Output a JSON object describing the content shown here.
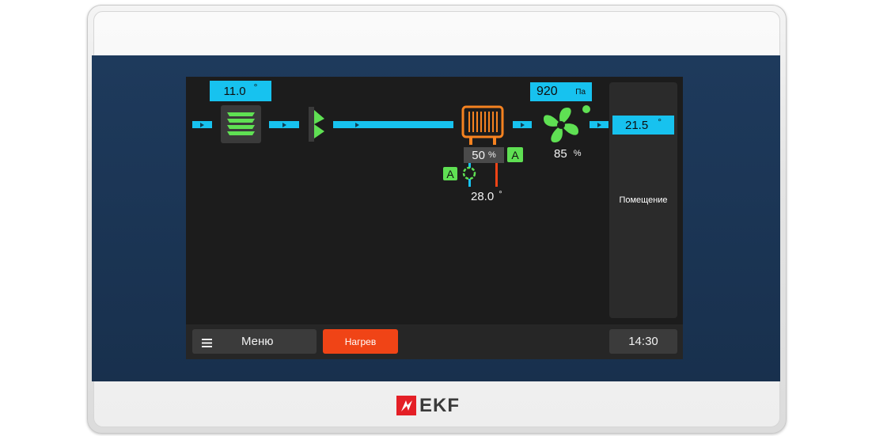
{
  "device": {
    "brand": "EKF"
  },
  "hmi": {
    "outdoor_temp": {
      "value": "11.0",
      "unit": "°"
    },
    "supply_temp": {
      "value": "21.5",
      "unit": "°"
    },
    "pressure": {
      "value": "920",
      "unit": "Па"
    },
    "fan_speed": {
      "value": "85",
      "unit": "%"
    },
    "valve_position": {
      "value": "50",
      "unit": "%"
    },
    "valve_mode": "A",
    "pump_mode": "A",
    "return_water_temp": {
      "value": "28.0",
      "unit": "°"
    },
    "room_panel_label": "Помещение"
  },
  "bottom_bar": {
    "menu_label": "Меню",
    "mode_label": "Нагрев",
    "time": "14:30"
  },
  "colors": {
    "duct": "#17c2ef",
    "active_green": "#5fe053",
    "heater_orange": "#f58220",
    "alert_red": "#f04416"
  },
  "icons": [
    "menu-icon",
    "damper-icon",
    "filter-icon",
    "heater-icon",
    "fan-icon",
    "pump-icon"
  ]
}
